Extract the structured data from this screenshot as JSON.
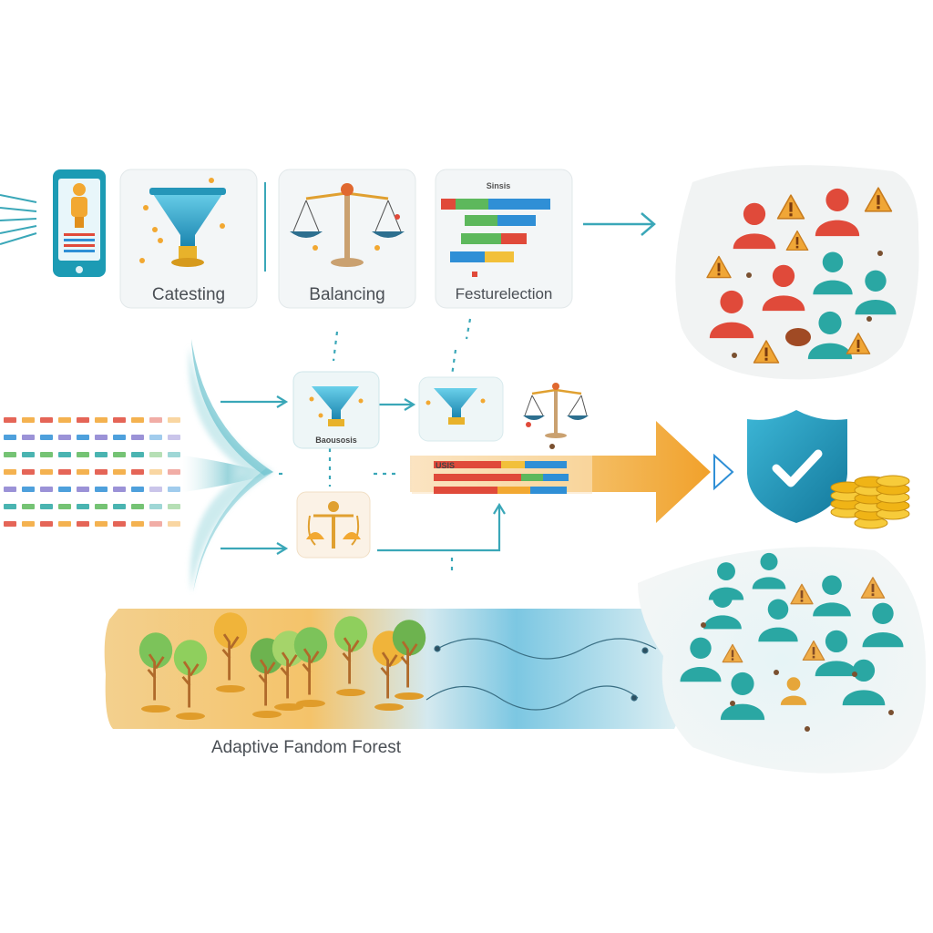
{
  "labels": {
    "stage_cleansing": "Catesting",
    "stage_balancing": "Balancing",
    "stage_feature_selection": "Festurelection",
    "feature_chart_header": "Sinsis",
    "mini_box_caption": "Baousosis",
    "feature_bar_caption": "USIS",
    "model_name": "Adaptive Fandom Forest"
  },
  "colors": {
    "teal": "#2aa7a3",
    "red": "#e04a3a",
    "orange": "#f2a431",
    "blue": "#2f8fd6",
    "green": "#5db85c",
    "gold": "#f5c22a"
  },
  "icons": [
    "smartphone-icon",
    "funnel-icon",
    "scale-icon",
    "bar-chart-icon",
    "shield-check-icon",
    "coins-icon",
    "tree-icon",
    "person-icon",
    "warning-icon"
  ]
}
